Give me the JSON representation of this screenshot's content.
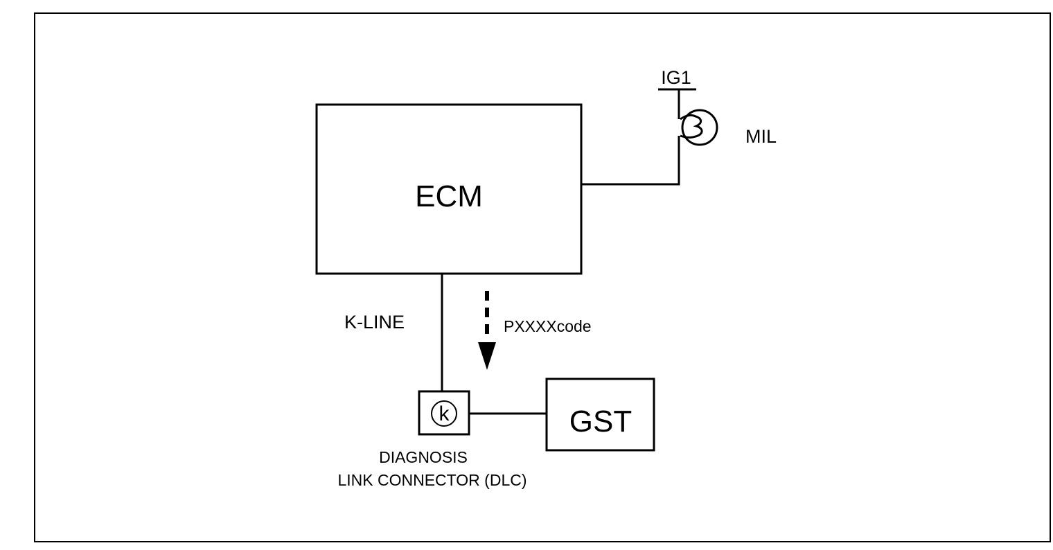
{
  "diagram": {
    "ecm_label": "ECM",
    "gst_label": "GST",
    "mil_label": "MIL",
    "ig1_label": "IG1",
    "kline_label": "K-LINE",
    "code_label": "PXXXXcode",
    "dlc_label_line1": "DIAGNOSIS",
    "dlc_label_line2": "LINK CONNECTOR (DLC)",
    "dlc_symbol": "k"
  }
}
